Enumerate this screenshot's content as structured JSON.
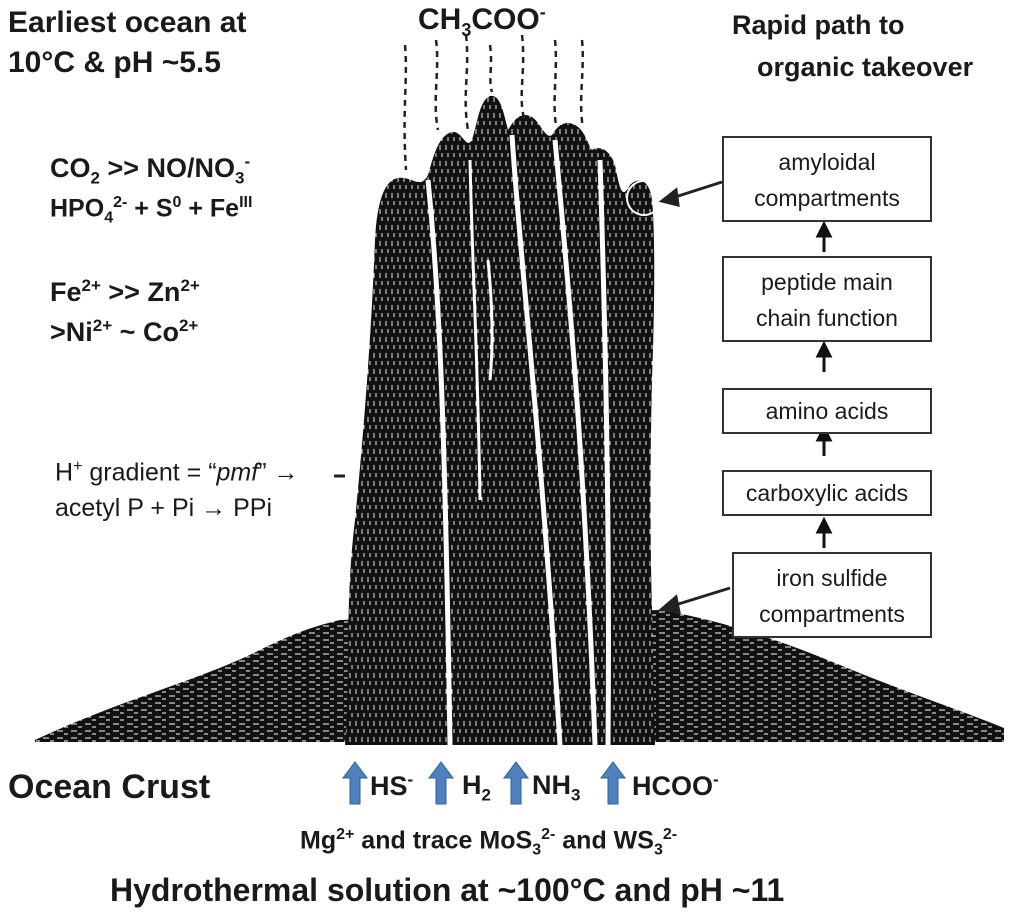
{
  "top_left": {
    "line1": "Earliest ocean at",
    "line2": "10°C & pH ~5.5"
  },
  "top_center": {
    "main": "CH",
    "sub": "3",
    "tail": "COO",
    "sup": "-"
  },
  "top_right": {
    "line1": "Rapid path to",
    "line2": "organic takeover"
  },
  "composition": {
    "l1_a": "CO",
    "l1_sub": "2",
    "l1_b": " >> NO/NO",
    "l1_sub2": "3",
    "l1_sup": "-",
    "l2_a": "HPO",
    "l2_sub": "4",
    "l2_sup": "2-",
    "l2_b": " + S",
    "l2_sup2": "0",
    "l2_c": " + Fe",
    "l2_sup3": "III"
  },
  "metals": {
    "l1_a": "Fe",
    "l1_sup": "2+",
    "l1_b": " >> Zn",
    "l1_sup2": "2+",
    "l2_a": ">Ni",
    "l2_sup": "2+",
    "l2_b": " ~ Co",
    "l2_sup2": "2+"
  },
  "gradient": {
    "l1_a": "H",
    "l1_sup": "+",
    "l1_b": " gradient = “",
    "l1_i": "pmf",
    "l1_c": "” →",
    "l2": "acetyl P + Pi → PPi"
  },
  "boxes": {
    "amyloid_1": "amyloidal",
    "amyloid_2": "compartments",
    "peptide_1": "peptide main",
    "peptide_2": "chain function",
    "amino": "amino acids",
    "carboxylic": "carboxylic acids",
    "iron_1": "iron sulfide",
    "iron_2": "compartments"
  },
  "bottom": {
    "ocean_crust": "Ocean Crust",
    "hs": "HS",
    "hs_sup": "-",
    "h2": "H",
    "h2_sub": "2",
    "nh3": "NH",
    "nh3_sub": "3",
    "hcoo": "HCOO",
    "hcoo_sup": "-",
    "trace_a": "Mg",
    "trace_sup": "2+",
    "trace_b": " and trace MoS",
    "trace_sub": "3",
    "trace_sup2": "2-",
    "trace_c": " and WS",
    "trace_sub2": "3",
    "trace_sup3": "2-",
    "solution": "Hydrothermal solution at ~100°C and pH ~11"
  },
  "colors": {
    "chimney": "#111111",
    "arrow_blue": "#4f81bd"
  }
}
